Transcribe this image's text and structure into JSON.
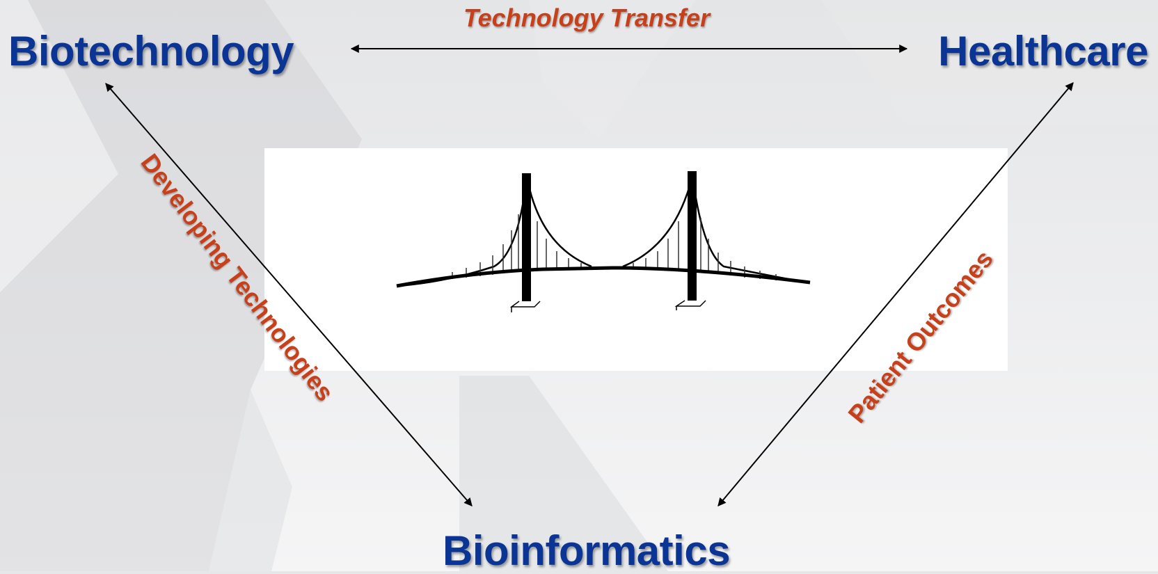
{
  "diagram": {
    "nodes": {
      "biotechnology": "Biotechnology",
      "healthcare": "Healthcare",
      "bioinformatics": "Bioinformatics"
    },
    "edges": {
      "top": "Technology Transfer",
      "left": "Developing Technologies",
      "right": "Patient Outcomes"
    },
    "image": {
      "icon": "suspension-bridge-icon"
    }
  },
  "colors": {
    "node_text": "#0a3595",
    "edge_label": "#c8401a",
    "background": "#e6e7e9",
    "arrow": "#000000"
  }
}
